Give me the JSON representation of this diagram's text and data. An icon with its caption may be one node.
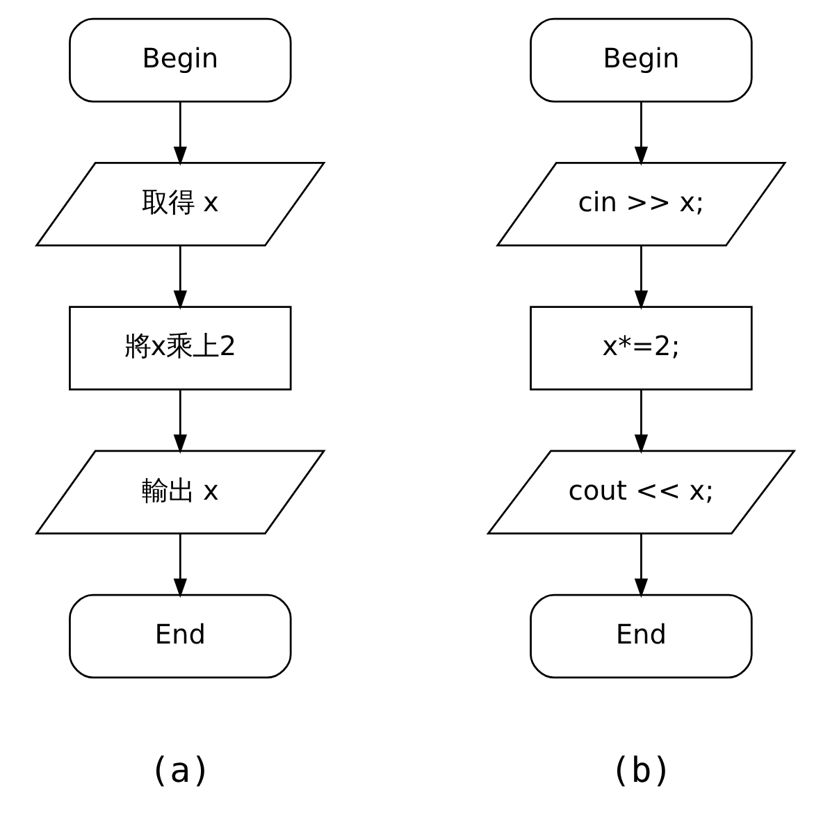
{
  "diagram": {
    "nodes": [
      {
        "text": [
          "Begin"
        ]
      },
      {
        "text": [
          "取得 x"
        ]
      },
      {
        "text": [
          "將x乘上2"
        ]
      },
      {
        "text": [
          "輸出 x"
        ]
      },
      {
        "text": [
          "End"
        ]
      },
      {
        "text": [
          "Begin"
        ]
      },
      {
        "text": [
          "cin >> x;"
        ]
      },
      {
        "text": [
          "x*=2;"
        ]
      },
      {
        "text": [
          "cout << x;"
        ]
      },
      {
        "text": [
          "End"
        ]
      }
    ],
    "edges": [
      {
        "from": 0,
        "to": 1,
        "arrow": "to"
      },
      {
        "from": 1,
        "to": 2,
        "arrow": "to"
      },
      {
        "from": 2,
        "to": 3,
        "arrow": "to"
      },
      {
        "from": 3,
        "to": 4,
        "arrow": "to"
      },
      {
        "from": 5,
        "to": 6,
        "arrow": "to"
      },
      {
        "from": 6,
        "to": 7,
        "arrow": "to"
      },
      {
        "from": 7,
        "to": 8,
        "arrow": "to"
      },
      {
        "from": 8,
        "to": 9,
        "arrow": "to"
      }
    ],
    "labels": [
      "(a)",
      "(b)"
    ]
  }
}
